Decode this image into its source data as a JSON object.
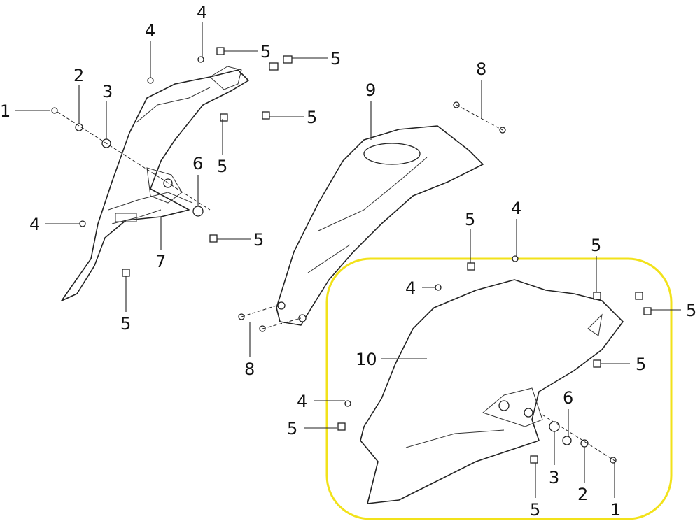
{
  "diagram": {
    "highlight_color": "#f2e21a",
    "callouts": {
      "left": [
        "1",
        "2",
        "3",
        "4",
        "4",
        "5",
        "5",
        "5",
        "5",
        "6",
        "4",
        "7",
        "5",
        "5"
      ],
      "middle": [
        "9",
        "8",
        "8"
      ],
      "right": [
        "5",
        "4",
        "5",
        "4",
        "5",
        "10",
        "5",
        "6",
        "4",
        "5",
        "3",
        "2",
        "1",
        "5"
      ]
    }
  }
}
